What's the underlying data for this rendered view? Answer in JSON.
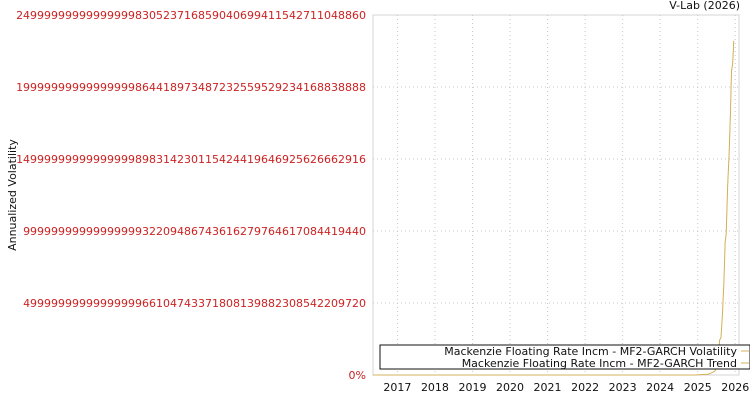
{
  "source_label": "V-Lab (2026)",
  "chart_data": {
    "type": "line",
    "ylabel": "Annualized Volatility",
    "y_tick_labels": [
      "0%",
      "4999999999999999966104743371808139882308542209720",
      "9999999999999999932209486743616279764617084419440",
      "14999999999999999898314230115424419646925626662916",
      "19999999999999999864418973487232559529234168838888",
      "24999999999999999830523716859040699411542711048860"
    ],
    "x_tick_labels": [
      "2017",
      "2018",
      "2019",
      "2020",
      "2021",
      "2022",
      "2023",
      "2024",
      "2025",
      "2026"
    ],
    "x_range": [
      2016.35,
      2026.1
    ],
    "y_range": [
      0,
      25
    ],
    "y_scale_note": "tick labels are multiples of 1e48 percent; values below are expressed in units of 1e48",
    "grid": true,
    "legend_placement": "bottom-right",
    "series": [
      {
        "name": "Mackenzie Floating Rate Incm - MF2-GARCH Volatility",
        "color": "#d4b25c",
        "points": [
          [
            2016.35,
            0.0
          ],
          [
            2024.9,
            0.0
          ],
          [
            2025.28,
            0.05
          ],
          [
            2025.45,
            0.25
          ],
          [
            2025.52,
            0.55
          ],
          [
            2025.56,
            0.9
          ],
          [
            2025.58,
            2.4
          ],
          [
            2025.62,
            2.6
          ],
          [
            2025.66,
            4.3
          ],
          [
            2025.7,
            6.6
          ],
          [
            2025.73,
            9.2
          ],
          [
            2025.76,
            9.8
          ],
          [
            2025.8,
            13.2
          ],
          [
            2025.84,
            15.5
          ],
          [
            2025.87,
            18.1
          ],
          [
            2025.9,
            21.1
          ],
          [
            2025.93,
            21.6
          ],
          [
            2025.95,
            22.6
          ],
          [
            2025.96,
            23.2
          ]
        ]
      },
      {
        "name": "Mackenzie Floating Rate Incm - MF2-GARCH Trend",
        "color": "#d4b25c",
        "points": [
          [
            2016.35,
            0.0
          ],
          [
            2024.9,
            0.0
          ],
          [
            2025.28,
            0.05
          ],
          [
            2025.45,
            0.25
          ],
          [
            2025.52,
            0.55
          ],
          [
            2025.56,
            0.9
          ],
          [
            2025.58,
            2.4
          ],
          [
            2025.62,
            2.6
          ],
          [
            2025.66,
            4.3
          ],
          [
            2025.7,
            6.6
          ],
          [
            2025.73,
            9.2
          ],
          [
            2025.76,
            9.8
          ],
          [
            2025.8,
            13.2
          ],
          [
            2025.84,
            15.5
          ],
          [
            2025.87,
            18.1
          ],
          [
            2025.9,
            21.1
          ],
          [
            2025.93,
            21.6
          ],
          [
            2025.95,
            22.6
          ],
          [
            2025.96,
            23.2
          ]
        ]
      }
    ]
  }
}
